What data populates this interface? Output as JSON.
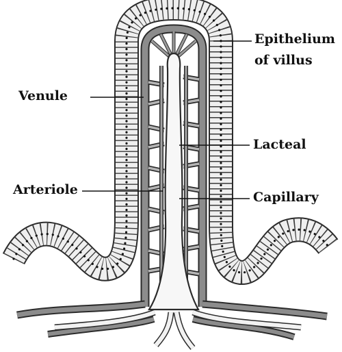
{
  "labels": {
    "epithelium_line1": "Epithelium",
    "epithelium_line2": "of villus",
    "venule": "Venule",
    "lacteal": "Lacteal",
    "arteriole": "Arteriole",
    "capillary": "Capillary"
  }
}
